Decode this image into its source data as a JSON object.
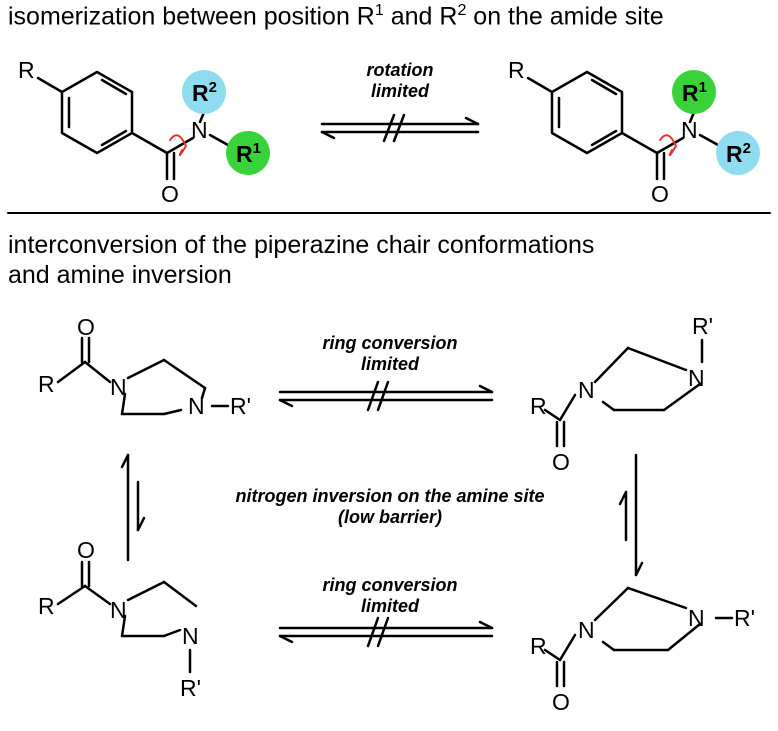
{
  "section1": {
    "title_pre": "isomerization between position R",
    "title_sup1": "1",
    "title_mid": " and R",
    "title_sup2": "2",
    "title_post": " on the amide site",
    "arrow_label_1": "rotation",
    "arrow_label_2": "limited",
    "left_mol": {
      "R": "R",
      "O": "O",
      "N": "N",
      "R2": "R",
      "R2_sup": "2",
      "R1": "R",
      "R1_sup": "1"
    },
    "right_mol": {
      "R": "R",
      "O": "O",
      "N": "N",
      "R1": "R",
      "R1_sup": "1",
      "R2": "R",
      "R2_sup": "2"
    },
    "colors": {
      "R1": "#3ad23a",
      "R2": "#8fdcf0",
      "bond_marker": "#e8302a"
    }
  },
  "section2": {
    "title_line1": "interconversion of the piperazine chair conformations",
    "title_line2": "and amine inversion",
    "top_arrow_label_1": "ring conversion",
    "top_arrow_label_2": "limited",
    "bottom_arrow_label_1": "ring conversion",
    "bottom_arrow_label_2": "limited",
    "center_label_1": "nitrogen inversion on the amine site",
    "center_label_2": "(low barrier)",
    "atoms": {
      "O": "O",
      "R": "R",
      "N": "N",
      "Rp": "R'"
    }
  }
}
